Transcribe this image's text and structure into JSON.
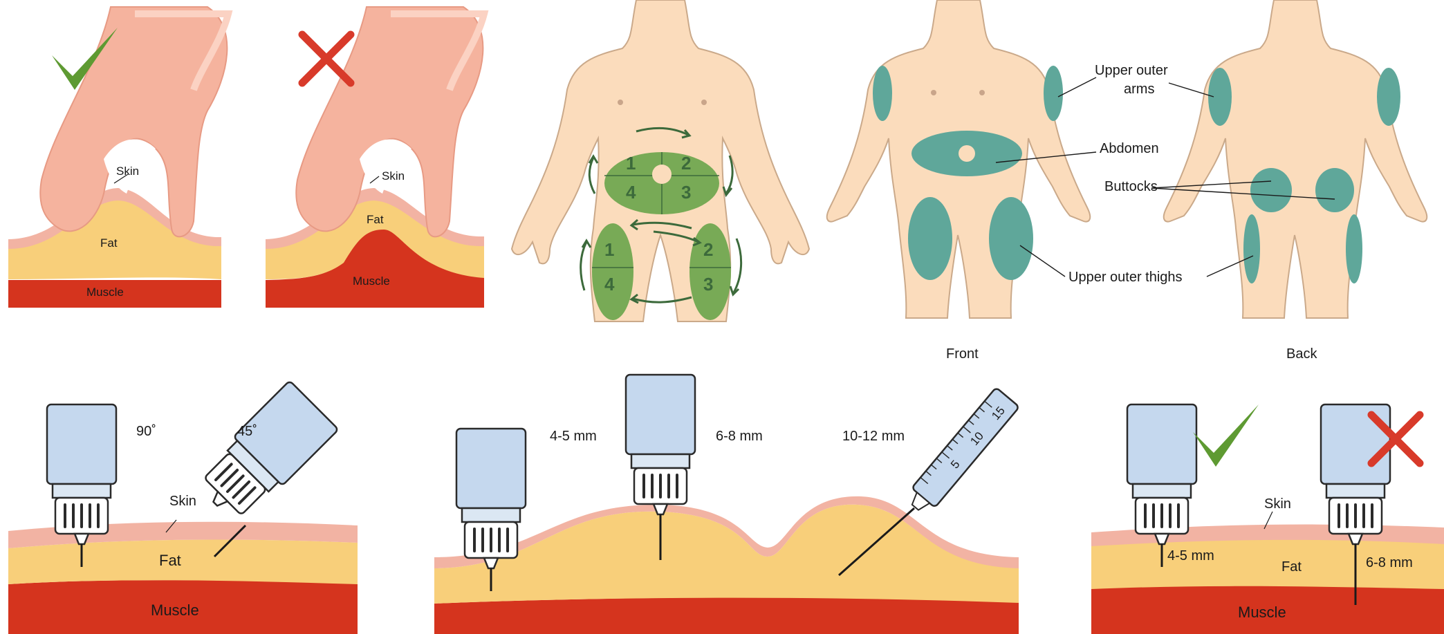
{
  "pinch": {
    "correct": {
      "skin": "Skin",
      "fat": "Fat",
      "muscle": "Muscle",
      "mark": "check"
    },
    "incorrect": {
      "skin": "Skin",
      "fat": "Fat",
      "muscle": "Muscle",
      "mark": "cross"
    }
  },
  "rotation": {
    "abdomen_zones": [
      "1",
      "2",
      "3",
      "4"
    ],
    "thigh_left_zones": [
      "1",
      "4"
    ],
    "thigh_right_zones": [
      "2",
      "3"
    ]
  },
  "sites": {
    "upper_outer_arms": "Upper outer arms",
    "abdomen": "Abdomen",
    "buttocks": "Buttocks",
    "upper_outer_thighs": "Upper outer thighs",
    "front": "Front",
    "back": "Back"
  },
  "angles": {
    "deg90": "90˚",
    "deg45": "45˚",
    "skin": "Skin",
    "fat": "Fat",
    "muscle": "Muscle"
  },
  "needle_lengths": {
    "short": "4-5 mm",
    "medium": "6-8 mm",
    "long": "10-12 mm",
    "syringe_scale": [
      "5",
      "10",
      "15"
    ]
  },
  "depth": {
    "skin": "Skin",
    "fat": "Fat",
    "muscle": "Muscle",
    "short": "4-5 mm",
    "long": "6-8 mm",
    "marks": [
      "check",
      "cross"
    ]
  },
  "colors": {
    "skin_layer": "#f2b3a3",
    "fat_layer": "#f8cf7a",
    "muscle_layer": "#d5341e",
    "body": "#fbdcbc",
    "site_teal": "#5fa79a",
    "rotation_green": "#78aa56",
    "pen_blue": "#c5d8ee",
    "check_green": "#5e9a32",
    "cross_red": "#d83a2a"
  }
}
